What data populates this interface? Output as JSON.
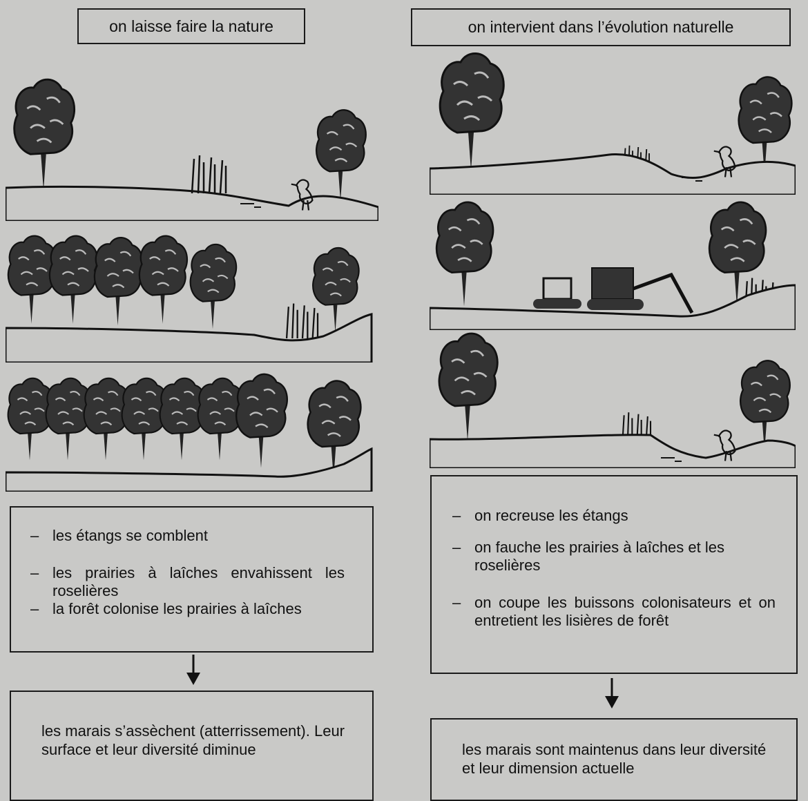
{
  "headers": {
    "left": "on laisse faire la nature",
    "right": "on intervient dans l’évolution naturelle"
  },
  "left_effects": [
    "les étangs se comblent",
    "les prairies à laîches envahissent les roselières",
    "la forêt colonise les prairies à laîches"
  ],
  "left_result": "les marais s’assèchent (atterrissement). Leur surface et leur diversité diminue",
  "right_actions": [
    "on recreuse les étangs",
    "on fauche les prairies à laîches et les roselières",
    "on coupe les buissons colonisateurs et on entretient les lisières de forêt"
  ],
  "right_result": "les marais sont maintenus dans leur diversité et leur dimension actuelle",
  "icons": [
    "tree-icon",
    "reeds-icon",
    "heron-icon",
    "pond-icon",
    "tractor-icon",
    "excavator-icon",
    "down-arrow-icon"
  ],
  "colors": {
    "background": "#c9c9c7",
    "ink": "#111111"
  }
}
